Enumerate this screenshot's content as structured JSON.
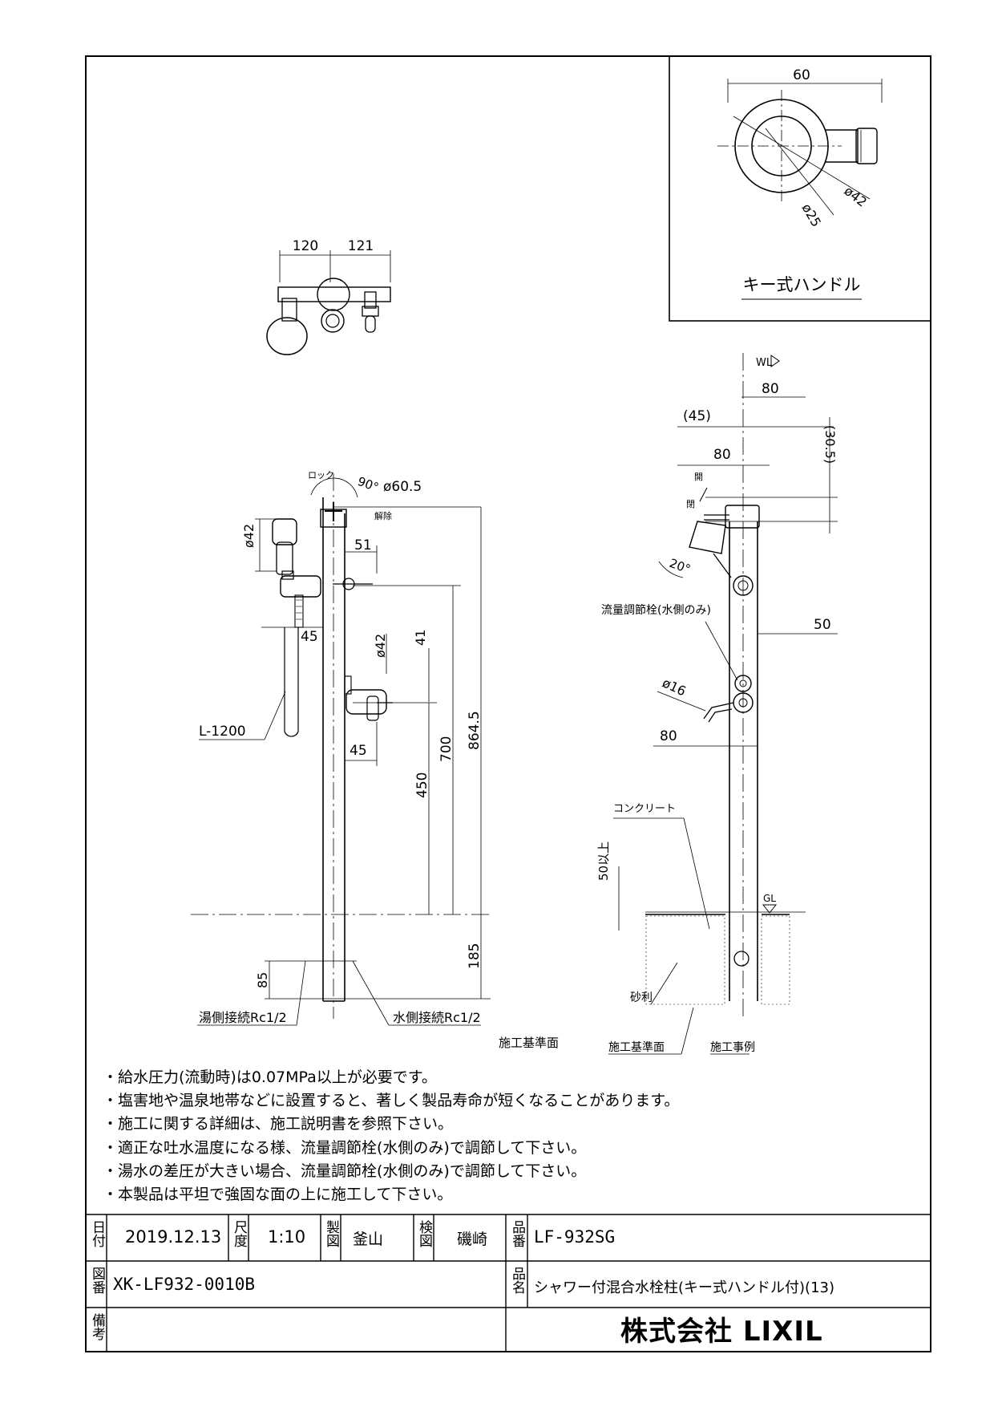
{
  "key_handle_view": {
    "dim_width": "60",
    "dim_outer_dia": "ø42",
    "dim_inner_dia": "ø25",
    "caption": "キー式ハンドル"
  },
  "top_view": {
    "dim_left": "120",
    "dim_right": "121"
  },
  "front_view": {
    "lock": "ロック",
    "release": "解除",
    "angle": "90°",
    "dia_handle": "ø60.5",
    "dia_shower": "ø42",
    "dim_51": "51",
    "dim_45_top": "45",
    "dia_spout": "ø42",
    "dim_41": "41",
    "dim_45_bottom": "45",
    "hose_length": "L-1200",
    "dim_864": "864.5",
    "dim_700": "700",
    "dim_450": "450",
    "dim_185": "185",
    "dim_85": "85",
    "hot_connection": "湯側接続Rc1/2",
    "cold_connection": "水側接続Rc1/2",
    "datum_plane": "施工基準面"
  },
  "side_view": {
    "wl": "WL",
    "dim_80_top": "80",
    "dim_45": "(45)",
    "dim_30_5": "(30.5)",
    "dim_80_mid": "80",
    "open": "開",
    "close": "閉",
    "angle": "20°",
    "flow_valve": "流量調節栓(水側のみ)",
    "dim_50": "50",
    "dia_16": "ø16",
    "dim_80_bottom": "80",
    "concrete": "コンクリート",
    "depth": "50以上",
    "gl": "GL",
    "gravel": "砂利",
    "datum_plane": "施工基準面",
    "example": "施工事例"
  },
  "notes": [
    "・給水圧力(流動時)は0.07MPa以上が必要です。",
    "・塩害地や温泉地帯などに設置すると、著しく製品寿命が短くなることがあります。",
    "・施工に関する詳細は、施工説明書を参照下さい。",
    "・適正な吐水温度になる様、流量調節栓(水側のみ)で調節して下さい。",
    "・湯水の差圧が大きい場合、流量調節栓(水側のみ)で調節して下さい。",
    "・本製品は平坦で強固な面の上に施工して下さい。"
  ],
  "title_block": {
    "date_label": "日付",
    "date_value": "2019.12.13",
    "scale_label": "尺度",
    "scale_value": "1:10",
    "drawn_label": "製図",
    "drawn_value": "釜山",
    "checked_label": "検図",
    "checked_value": "磯崎",
    "part_no_label": "品番",
    "part_no_value": "LF-932SG",
    "drawing_no_label": "図番",
    "drawing_no_value": "XK-LF932-0010B",
    "product_name_label": "品名",
    "product_name_value": "シャワー付混合水栓柱(キー式ハンドル付)(13)",
    "remarks_label": "備考",
    "company": "株式会社 LIXIL"
  }
}
